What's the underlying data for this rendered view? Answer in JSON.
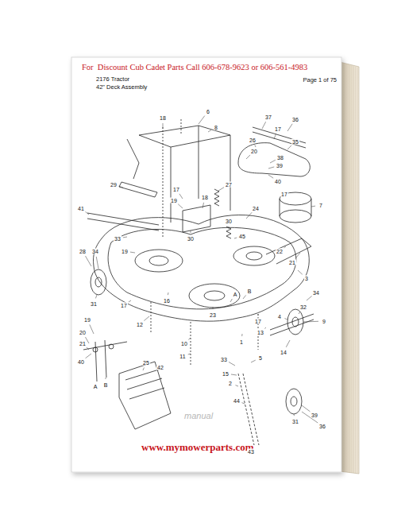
{
  "diagram": {
    "labels": [
      "For  Discount Cub Cadet Parts Call 606-678-9623 or 606-561-4983",
      "Page 1 of 75",
      "2176 Tractor",
      "42\" Deck Assembly",
      "www.mymowerparts.com",
      "manual",
      "6",
      "18",
      "8",
      "37",
      "36",
      "17",
      "26",
      "20",
      "35",
      "38",
      "39",
      "40",
      "29",
      "41",
      "17",
      "19",
      "18",
      "27",
      "17",
      "24",
      "7",
      "33",
      "30",
      "45",
      "34",
      "28",
      "30",
      "19",
      "22",
      "21",
      "3",
      "31",
      "17",
      "12",
      "16",
      "23",
      "17",
      "13",
      "1",
      "4",
      "32",
      "9",
      "34",
      "10",
      "11",
      "14",
      "19",
      "20",
      "21",
      "40",
      "A",
      "B",
      "A",
      "B",
      "25",
      "42",
      "33",
      "5",
      "15",
      "2",
      "44",
      "31",
      "39",
      "36",
      "43"
    ]
  }
}
